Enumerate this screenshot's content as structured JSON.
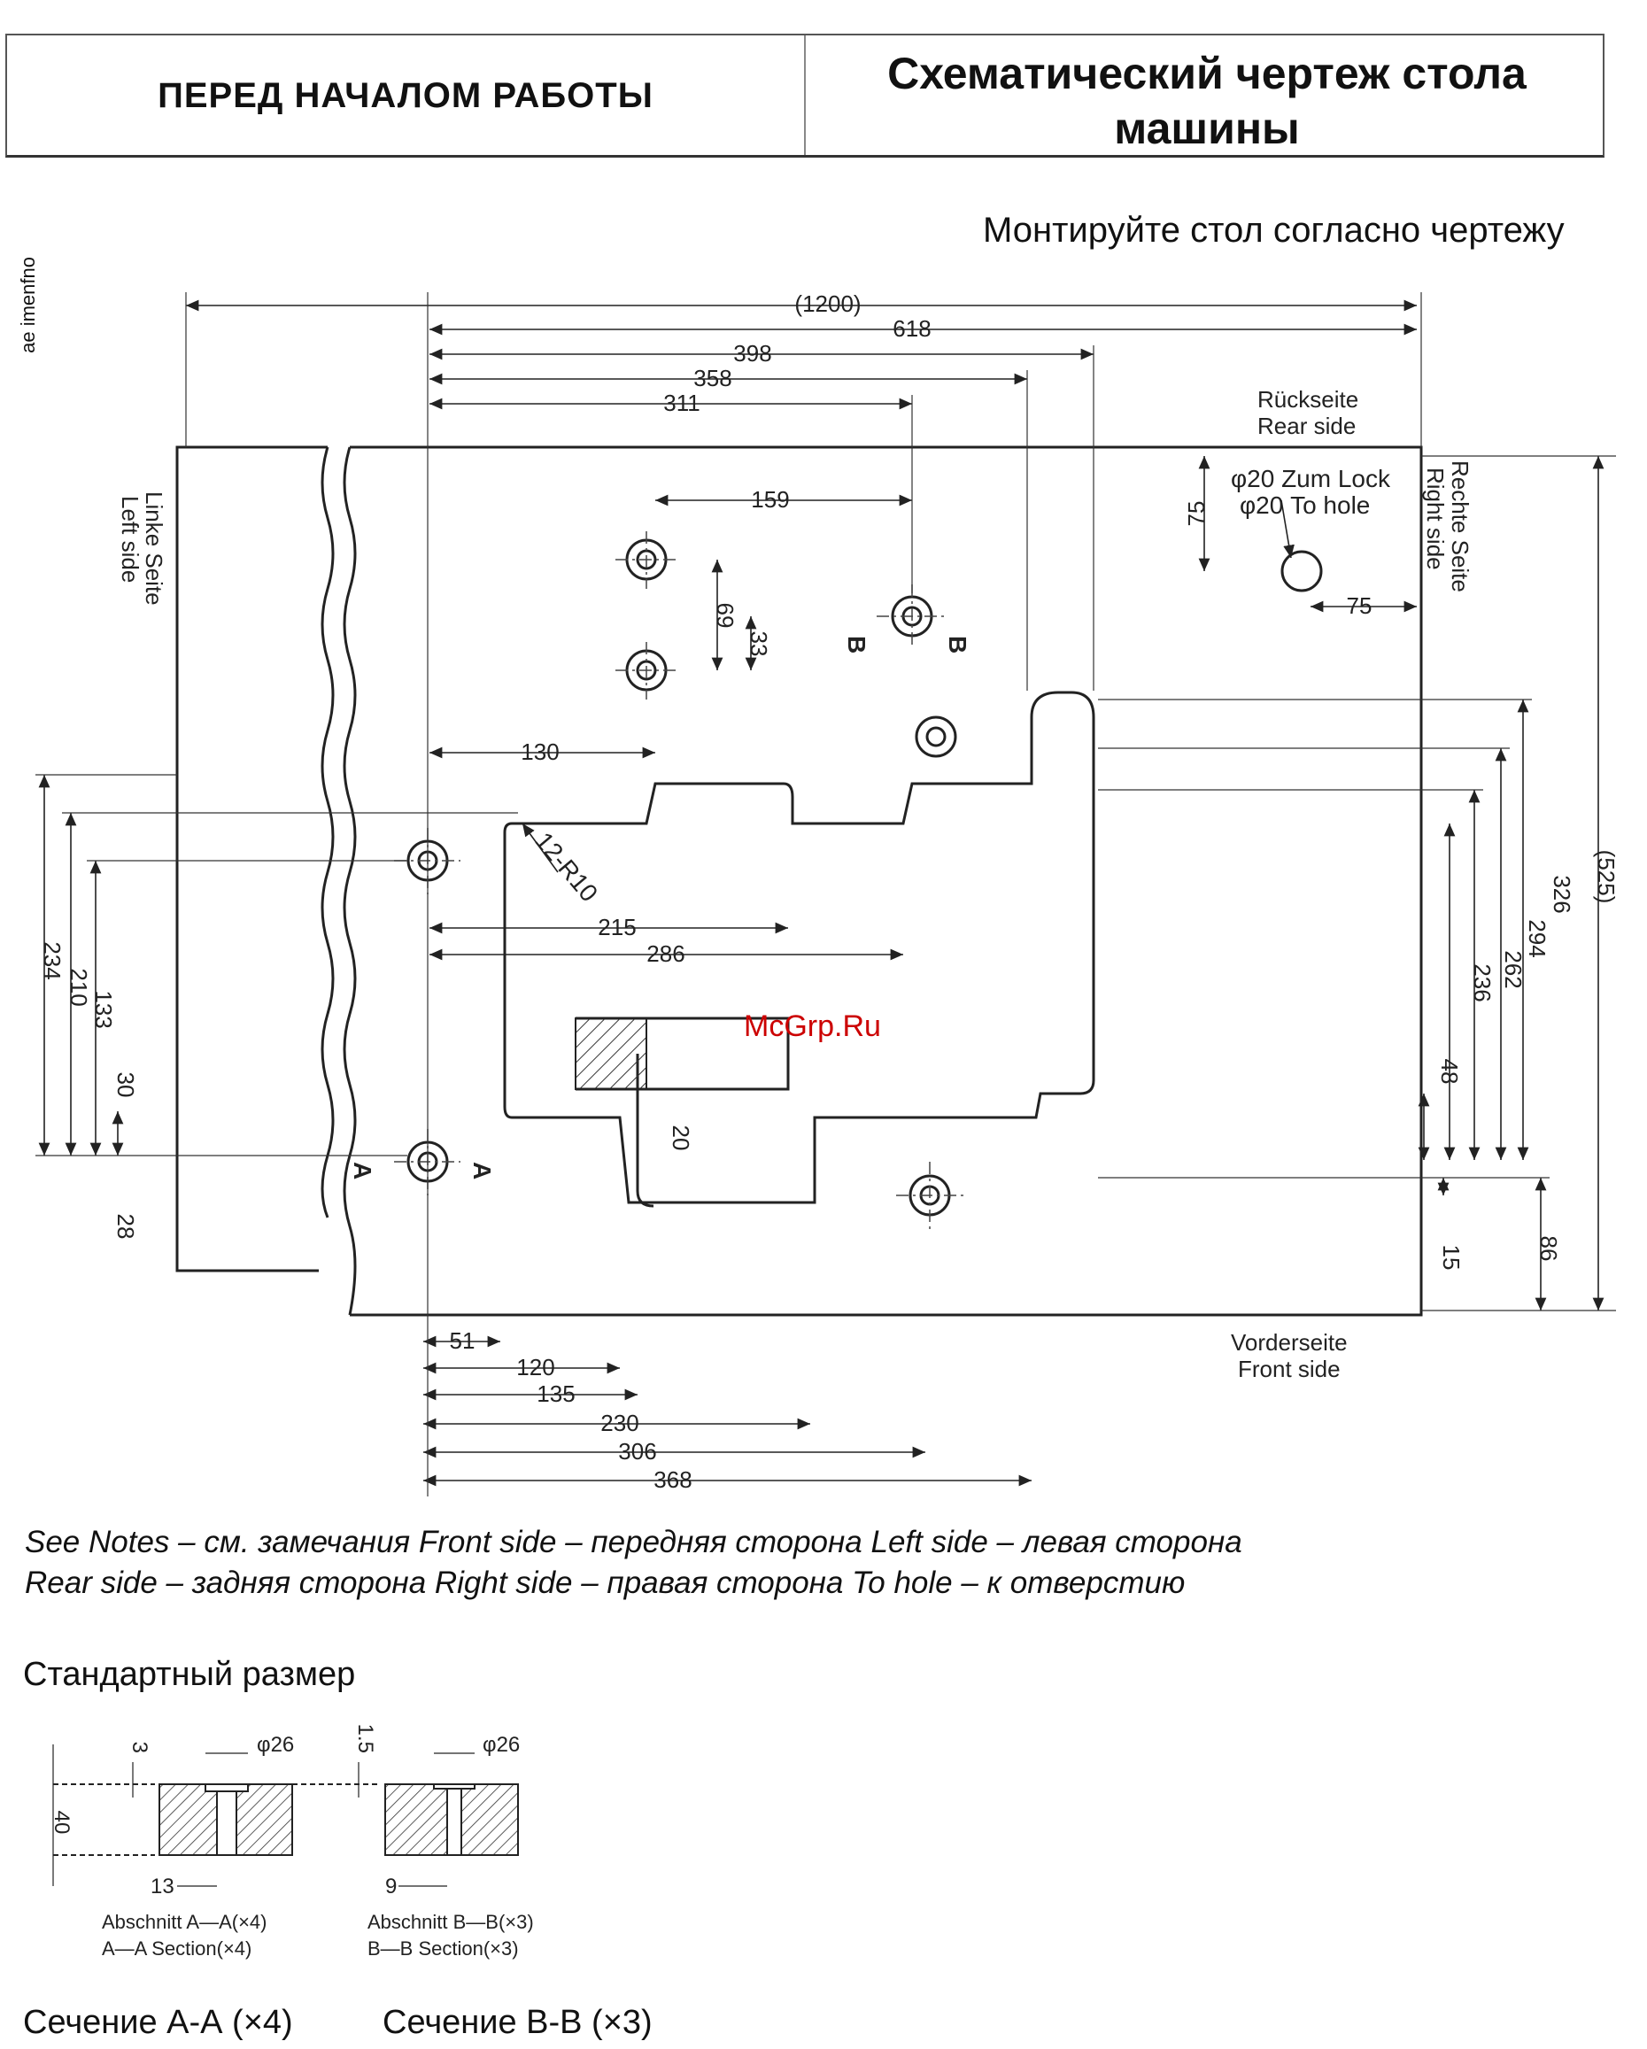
{
  "header": {
    "left_title": "ПЕРЕД НАЧАЛОМ РАБОТЫ",
    "right_title_line1": "Схематический чертеж стола",
    "right_title_line2": "машины"
  },
  "instruction": "Монтируйте стол согласно чертежу",
  "side_note": "ae imenfno",
  "drawing": {
    "labels": {
      "rear_de": "Rückseite",
      "rear_en": "Rear side",
      "front_de": "Vorderseite",
      "front_en": "Front side",
      "left_de": "Linke Seite",
      "left_en": "Left side",
      "right_de": "Rechte Seite",
      "right_en": "Right side",
      "hole_de": "φ20 Zum Lock",
      "hole_en": "φ20 To hole",
      "radius": "12-R10",
      "sec_a_left": "A",
      "sec_a_right": "A",
      "sec_b_left": "B",
      "sec_b_right": "B",
      "watermark": "McGrp.Ru"
    },
    "dims_top": [
      "(1200)",
      "618",
      "398",
      "358",
      "311",
      "159",
      "130",
      "215",
      "286"
    ],
    "dims_bottom": [
      "51",
      "120",
      "135",
      "230",
      "306",
      "368"
    ],
    "dims_left": [
      "234",
      "210",
      "133",
      "30",
      "28",
      "69",
      "33",
      "20"
    ],
    "dims_right": [
      "75",
      "75",
      "(525)",
      "326",
      "294",
      "262",
      "236",
      "48",
      "15",
      "86"
    ]
  },
  "legend": {
    "line1": "See Notes – см. замечания Front side – передняя сторона Left side – левая сторона",
    "line2": "Rear side – задняя сторона Right side – правая сторона To hole – к отверстию"
  },
  "standard_size": "Стандартный размер",
  "sections": {
    "a": {
      "dim_depth": "3",
      "dim_dia": "φ26",
      "dim_thick": "40",
      "dim_width": "13",
      "label_de": "Abschnitt A—A(×4)",
      "label_en": "A—A Section(×4)"
    },
    "b": {
      "dim_depth": "1.5",
      "dim_dia": "φ26",
      "dim_width": "9",
      "label_de": "Abschnitt B—B(×3)",
      "label_en": "B—B Section(×3)"
    }
  },
  "captions": {
    "a": "Сечение А-А (×4)",
    "b": "Сечение В-В (×3)"
  }
}
